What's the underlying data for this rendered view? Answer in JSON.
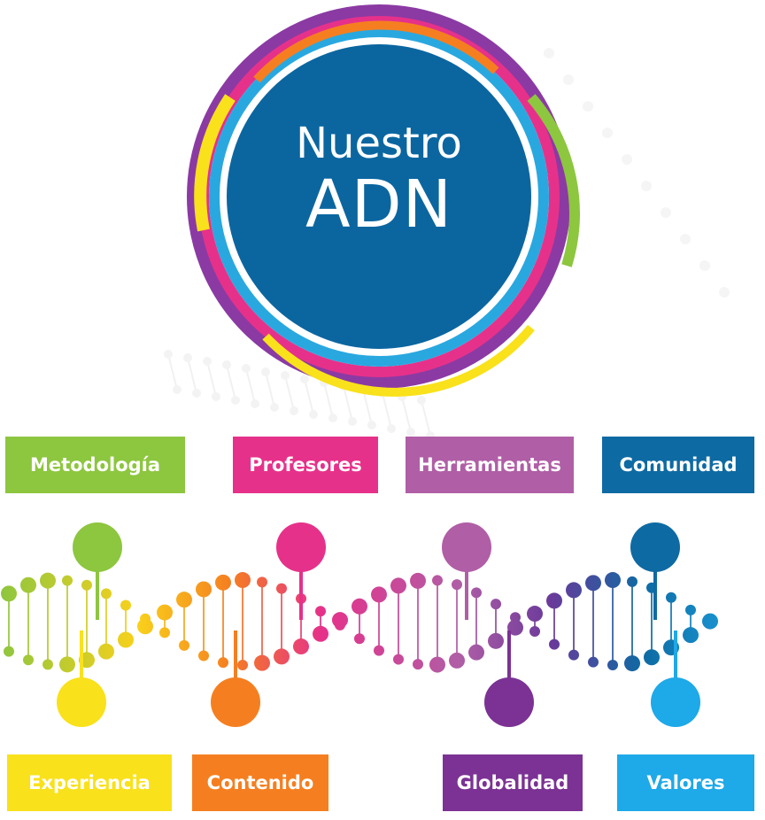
{
  "hero": {
    "line1": "Nuestro",
    "line2": "ADN",
    "fill_color": "#0b66a0",
    "ring_colors": [
      "#7c3aa0",
      "#e63a8a",
      "#f9e11b",
      "#f57f20",
      "#29a8e0",
      "#8dc63f"
    ]
  },
  "labels": {
    "metodologia": {
      "text": "Metodología",
      "color": "#8dc63f"
    },
    "profesores": {
      "text": "Profesores",
      "color": "#e6318a"
    },
    "herramientas": {
      "text": "Herramientas",
      "color": "#b05ea6"
    },
    "comunidad": {
      "text": "Comunidad",
      "color": "#0e6aa3"
    },
    "experiencia": {
      "text": "Experiencia",
      "color": "#f9e11b"
    },
    "contenido": {
      "text": "Contenido",
      "color": "#f57f20"
    },
    "globalidad": {
      "text": "Globalidad",
      "color": "#7b3294"
    },
    "valores": {
      "text": "Valores",
      "color": "#1ea9e8"
    }
  },
  "helix": {
    "gradient": [
      "#8dc63f",
      "#f9e11b",
      "#f57f20",
      "#e6318a",
      "#b05ea6",
      "#7b3294",
      "#0e6aa3",
      "#1ea9e8"
    ]
  }
}
